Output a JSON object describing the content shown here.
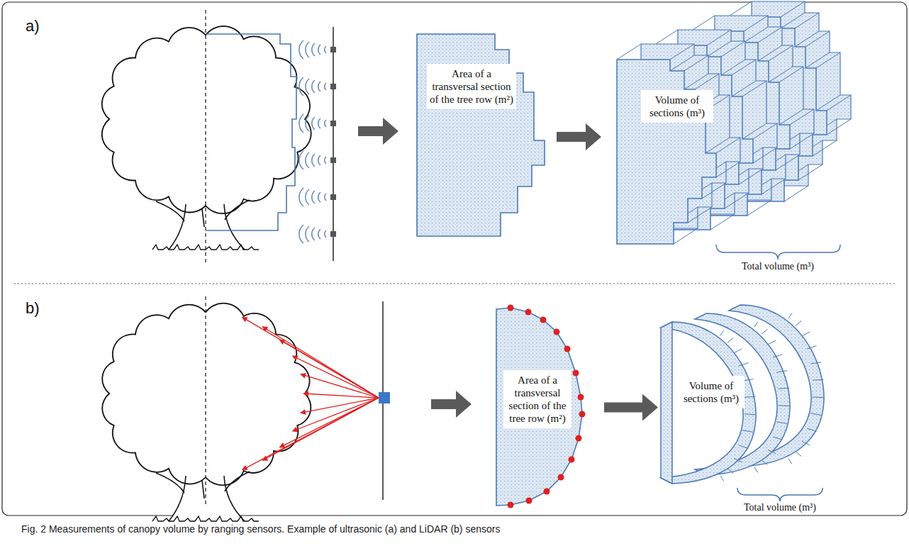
{
  "diagram": {
    "caption": "Fig. 2 Measurements of canopy volume by ranging sensors. Example of ultrasonic (a) and LiDAR (b) sensors",
    "nodes": [
      {
        "text": [
          "Area of a transversal section of the tree row (m²)"
        ]
      },
      {
        "text": [
          "Volume of sections (m³)"
        ]
      },
      {
        "text": [
          "Area of a transversal section of the tree row (m²)"
        ]
      },
      {
        "text": [
          "Volume of sections (m³)"
        ]
      }
    ],
    "edges": [
      {
        "from": 0,
        "to": 1,
        "arrow": "to"
      },
      {
        "from": 2,
        "to": 3,
        "arrow": "to"
      }
    ],
    "labels": [
      "a)",
      "Total volume (m³)",
      "b)",
      "Total volume (m³)"
    ]
  }
}
